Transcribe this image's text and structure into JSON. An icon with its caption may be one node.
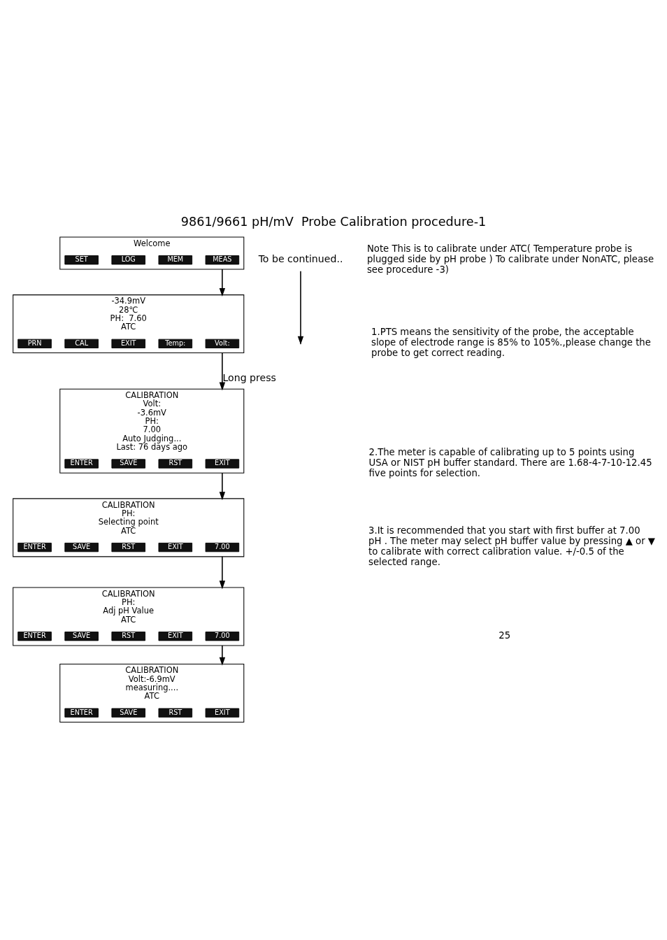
{
  "diagram": {
    "title": "9861/9661 pH/mV  Probe Calibration procedure-1",
    "nodes": [
      {
        "text": [
          "Welcome"
        ]
      },
      {
        "text": [
          "MEAS"
        ],
        "in": 0
      },
      {
        "text": [
          "MEM"
        ],
        "in": 0
      },
      {
        "text": [
          "LOG"
        ],
        "in": 0
      },
      {
        "text": [
          "SET"
        ],
        "in": 0
      },
      {
        "text": [
          "-34.9mV",
          "28℃",
          "PH:  7.60",
          "ATC"
        ]
      },
      {
        "text": [
          "Volt:"
        ],
        "in": 5
      },
      {
        "text": [
          "Temp:"
        ],
        "in": 5
      },
      {
        "text": [
          "EXIT"
        ],
        "in": 5
      },
      {
        "text": [
          "CAL"
        ],
        "in": 5
      },
      {
        "text": [
          "PRN"
        ],
        "in": 5
      },
      {
        "text": [
          "CALIBRATION",
          "Volt:",
          "-3.6mV",
          "PH:",
          "7.00",
          "Auto Judging...",
          "Last: 76 days ago"
        ]
      },
      {
        "text": [
          "EXIT"
        ],
        "in": 11
      },
      {
        "text": [
          "RST"
        ],
        "in": 11
      },
      {
        "text": [
          "SAVE"
        ],
        "in": 11
      },
      {
        "text": [
          "ENTER"
        ],
        "in": 11
      },
      {
        "text": [
          "CALIBRATION",
          "PH:",
          "Selecting point",
          "ATC"
        ]
      },
      {
        "text": [
          "7.00"
        ],
        "in": 16
      },
      {
        "text": [
          "EXIT"
        ],
        "in": 16
      },
      {
        "text": [
          "RST"
        ],
        "in": 16
      },
      {
        "text": [
          "SAVE"
        ],
        "in": 16
      },
      {
        "text": [
          "ENTER"
        ],
        "in": 16
      },
      {
        "text": [
          "CALIBRATION",
          "PH:",
          "Adj pH Value",
          "ATC"
        ]
      },
      {
        "text": [
          "7.00"
        ],
        "in": 22
      },
      {
        "text": [
          "EXIT"
        ],
        "in": 22
      },
      {
        "text": [
          "RST"
        ],
        "in": 22
      },
      {
        "text": [
          "SAVE"
        ],
        "in": 22
      },
      {
        "text": [
          "ENTER"
        ],
        "in": 22
      },
      {
        "text": [
          "CALIBRATION",
          "Volt:-6.9mV",
          "measuring....",
          "ATC"
        ]
      },
      {
        "text": [
          "EXIT"
        ],
        "in": 28
      },
      {
        "text": [
          "RST"
        ],
        "in": 28
      },
      {
        "text": [
          "SAVE"
        ],
        "in": 28
      },
      {
        "text": [
          "ENTER"
        ],
        "in": 28
      },
      {
        "text": [
          "To be continued.."
        ]
      }
    ],
    "edges": [
      {
        "from": 0,
        "to": 5,
        "arrow": "to"
      },
      {
        "from": 5,
        "to": 11,
        "arrow": "to",
        "label": "Long press"
      },
      {
        "from": 11,
        "to": 16,
        "arrow": "to"
      },
      {
        "from": 16,
        "to": 22,
        "arrow": "to"
      },
      {
        "from": 22,
        "to": 28,
        "arrow": "to"
      },
      {
        "from": 33,
        "to": null,
        "arrow": "to"
      }
    ],
    "labels": [
      "Note This is to calibrate under ATC( Temperature probe is plugged side by pH probe ) To calibrate under NonATC, please see procedure -3)",
      "1.PTS means the sensitivity of the probe, the acceptable slope of electrode range is 85% to 105%.,please change the probe to get correct reading.",
      "2.The meter is capable of calibrating up to 5 points using USA or NIST pH buffer standard. There are 1.68-4-7-10-12.45 five points for selection.",
      "3.It is recommended that you start with first buffer at 7.00 pH . The meter may select pH buffer value by pressing ▲ or ▼ to calibrate with correct calibration value. +/-0.5 of the selected range.",
      "25"
    ]
  }
}
